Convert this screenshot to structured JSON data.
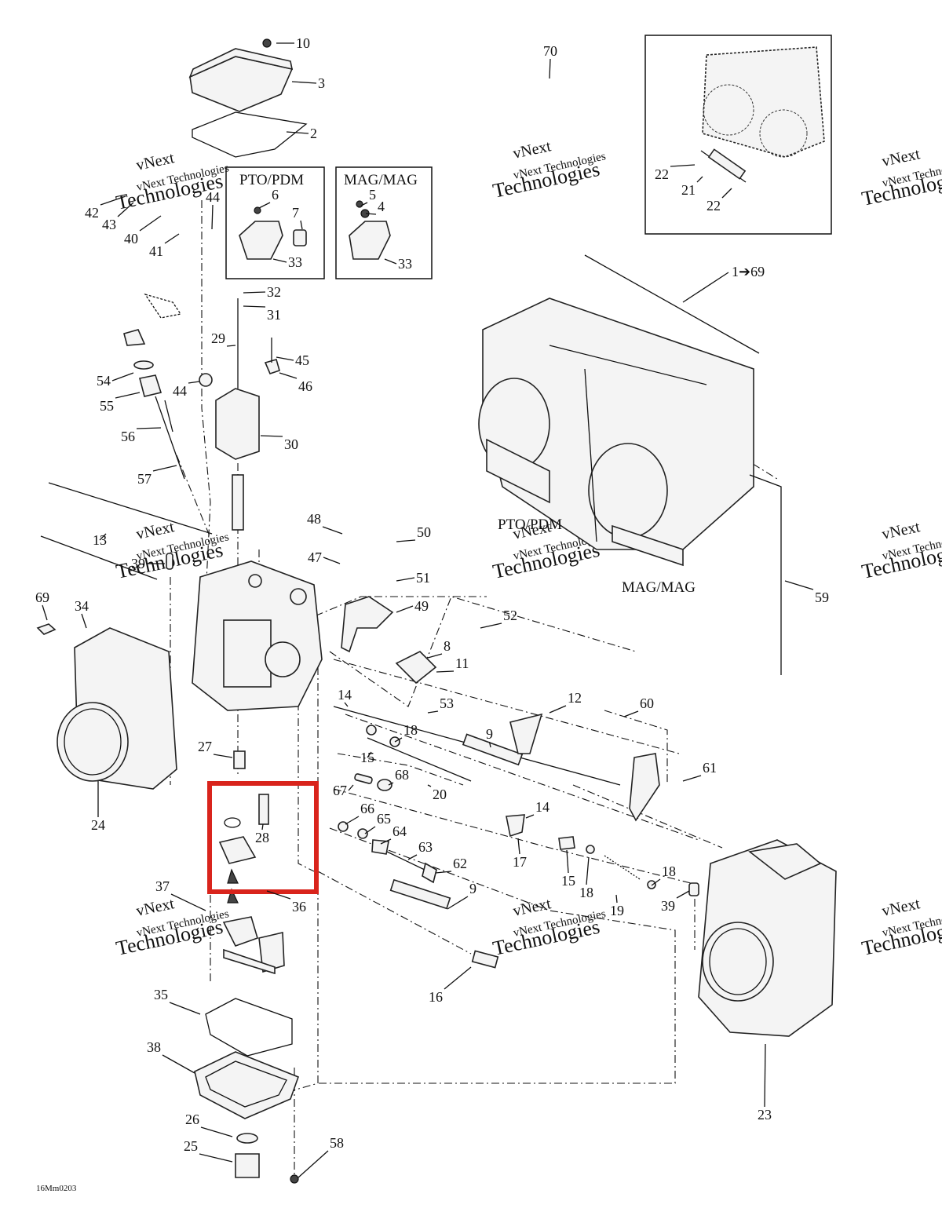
{
  "diagram": {
    "drawing_code": "16Mm0203",
    "watermark": [
      "vNext",
      "vNext Technologies",
      "Technologies"
    ],
    "insets": {
      "pto_pdm_title": "PTO/PDM",
      "mag_mag_title": "MAG/MAG"
    },
    "assembly_labels": {
      "pto_pdm": "PTO/PDM",
      "mag_mag": "MAG/MAG",
      "range": "1➔69"
    },
    "highlight_color": "#d9241c",
    "callouts": [
      "10",
      "3",
      "2",
      "70",
      "6",
      "7",
      "33",
      "5",
      "4",
      "33",
      "42",
      "43",
      "40",
      "41",
      "44",
      "22",
      "21",
      "22",
      "32",
      "31",
      "29",
      "45",
      "46",
      "54",
      "55",
      "44",
      "30",
      "56",
      "57",
      "13",
      "48",
      "50",
      "47",
      "51",
      "49",
      "52",
      "8",
      "11",
      "39",
      "69",
      "34",
      "53",
      "14",
      "12",
      "60",
      "27",
      "18",
      "15",
      "9",
      "61",
      "67",
      "68",
      "20",
      "66",
      "65",
      "64",
      "63",
      "62",
      "14",
      "17",
      "15",
      "18",
      "19",
      "18",
      "39",
      "28",
      "36",
      "37",
      "9",
      "16",
      "35",
      "38",
      "26",
      "25",
      "58",
      "24",
      "23",
      "59"
    ]
  }
}
